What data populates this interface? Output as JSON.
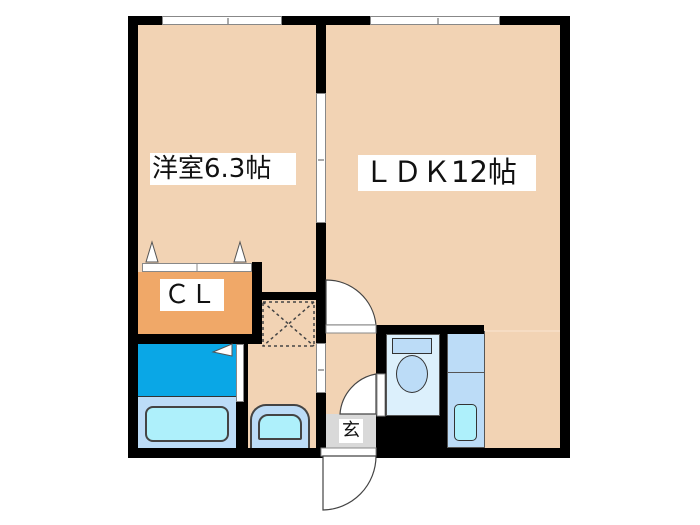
{
  "floorplan": {
    "rooms": [
      {
        "id": "western-room",
        "label": "洋室6.3帖",
        "type": "bedroom",
        "size_jo": 6.3
      },
      {
        "id": "ldk",
        "label": "ＬＤＫ12帖",
        "type": "living-dining-kitchen",
        "size_jo": 12
      },
      {
        "id": "closet",
        "label": "ＣＬ",
        "type": "closet"
      },
      {
        "id": "entrance",
        "label": "玄",
        "type": "entrance"
      },
      {
        "id": "bathroom",
        "label": "",
        "type": "bath"
      },
      {
        "id": "washroom",
        "label": "",
        "type": "washbasin"
      },
      {
        "id": "toilet",
        "label": "",
        "type": "toilet"
      },
      {
        "id": "kitchen-unit",
        "label": "",
        "type": "kitchen-counter"
      }
    ],
    "colors": {
      "floor": "#f2d3b4",
      "closet": "#f0a868",
      "bath_blue": "#0aa7e6",
      "fixture_light_blue": "#bcdcf7",
      "fixture_cyan": "#aef0fb",
      "toilet_room": "#dcf0fc",
      "entrance_tile": "#d9d9d9",
      "wall": "#000000"
    }
  }
}
